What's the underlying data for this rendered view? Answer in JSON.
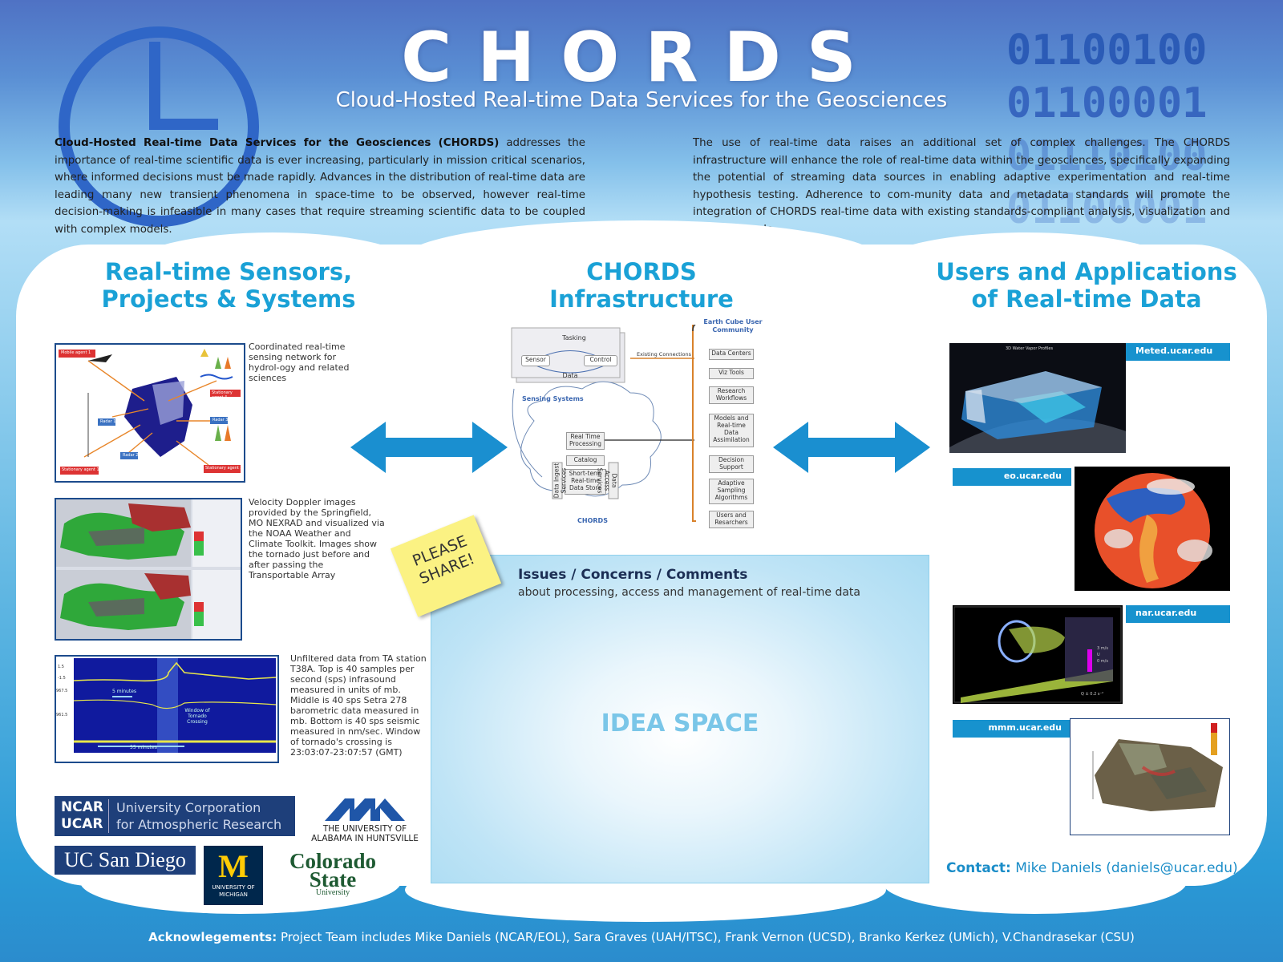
{
  "header": {
    "title": "CHORDS",
    "subtitle": "Cloud-Hosted Real-time Data Services for the Geosciences",
    "binary": [
      "01100100",
      "01100001",
      "01110100",
      "01100001"
    ]
  },
  "intro": {
    "left_bold": "Cloud-Hosted Real-time Data Services for the Geosciences (CHORDS)",
    "left_rest": " addresses the importance of real-time scientific data is ever increasing, particularly in mission critical scenarios, where informed decisions must be made rapidly. Advances in the distribution of real-time data are leading many new transient phenomena in space-time to be observed, however real-time decision-making is infeasible in many cases that require streaming scientific data to be coupled with complex models.",
    "right": "The use of real-time data raises an additional set of complex challenges. The CHORDS infrastructure will enhance the role of real-time data within the geosciences, specifically expanding the potential of streaming data sources in enabling adaptive experimentation and real-time hypothesis testing.  Adherence to com-munity data and metadata standards will promote the integration of CHORDS real-time data with existing standards-compliant analysis, visualization and modeling tools."
  },
  "columns": {
    "left": {
      "line1": "Real-time Sensors,",
      "line2": "Projects & Systems"
    },
    "center": {
      "line1": "CHORDS",
      "line2": "Infrastructure"
    },
    "right": {
      "line1": "Users and Applications",
      "line2": "of Real-time Data"
    }
  },
  "sensors": [
    {
      "caption": "Coordinated real-time sensing network for hydrol-ogy and related sciences",
      "labels": [
        "Mobile agent 1",
        "Stationary agent 4",
        "Radar 1",
        "Radar 3",
        "Radar 2",
        "Stationary agent 1",
        "Stationary agent 2"
      ]
    },
    {
      "caption": "Velocity Doppler images provided by the Springfield, MO NEXRAD and visualized via the NOAA Weather and Climate Toolkit. Images show the tornado just before and after passing the Transportable Array"
    },
    {
      "caption": "Unfiltered data from TA station T38A. Top is 40 samples per second (sps) infrasound measured in units of mb. Middle is 40 sps Setra 278 barometric data measured in mb. Bottom is 40 sps seismic measured in nm/sec. Window of tornado's crossing is 23:03:07-23:07:57 (GMT)",
      "labels": [
        "5 minutes",
        "Window of Tornado Crossing",
        "55 minutes"
      ],
      "ticks": [
        "1.5",
        "-1.5",
        "967.5",
        "961.5"
      ]
    }
  ],
  "diagram": {
    "tasking": "Tasking",
    "sensor": "Sensor",
    "control": "Control",
    "data": "Data",
    "sensing_systems": "Sensing Systems",
    "existing": "Existing Connections",
    "realtime": "Real Time Processing",
    "catalog": "Catalog",
    "store": "Short-term Real-time Data Store",
    "ingest": "Data Ingest Services",
    "access": "Data Access Services",
    "chords": "CHORDS",
    "community": "Earth Cube User Community",
    "users": [
      "Data Centers",
      "Viz Tools",
      "Research Workflows",
      "Models and Real-time Data Assimilation",
      "Decision Support",
      "Adaptive Sampling Algorithms",
      "Users and Resarchers"
    ]
  },
  "note": {
    "line1": "PLEASE",
    "line2": "SHARE!"
  },
  "idea": {
    "heading": "Issues / Concerns / Comments",
    "subheading": "about processing, access and management of real-time data",
    "center": "IDEA SPACE"
  },
  "apps": [
    {
      "tag": "Meted.ucar.edu",
      "inner": "3D Water Vapor Profiles"
    },
    {
      "tag": "eo.ucar.edu"
    },
    {
      "tag": "nar.ucar.edu",
      "legend": [
        "3 m/s",
        "U",
        "0 m/s",
        "Q ± 0.2 s⁻²"
      ]
    },
    {
      "tag": "mmm.ucar.edu"
    }
  ],
  "logos": {
    "ncar": "NCAR",
    "ucar": "UCAR",
    "ucar_name_1": "University Corporation",
    "ucar_name_2": "for Atmospheric Research",
    "uah_line1": "THE UNIVERSITY OF",
    "uah_line2": "ALABAMA IN HUNTSVILLE",
    "ucsd": "UC San Diego",
    "umich_1": "UNIVERSITY OF",
    "umich_2": "MICHIGAN",
    "csu_1": "Colorado",
    "csu_2": "State",
    "csu_3": "University"
  },
  "contact": {
    "label": "Contact:",
    "text": " Mike Daniels (daniels@ucar.edu)"
  },
  "ack": {
    "label": "Acknowlegements:",
    "text": " Project Team includes Mike Daniels (NCAR/EOL), Sara Graves (UAH/ITSC), Frank Vernon (UCSD), Branko Kerkez (UMich), V.Chandrasekar (CSU)"
  }
}
